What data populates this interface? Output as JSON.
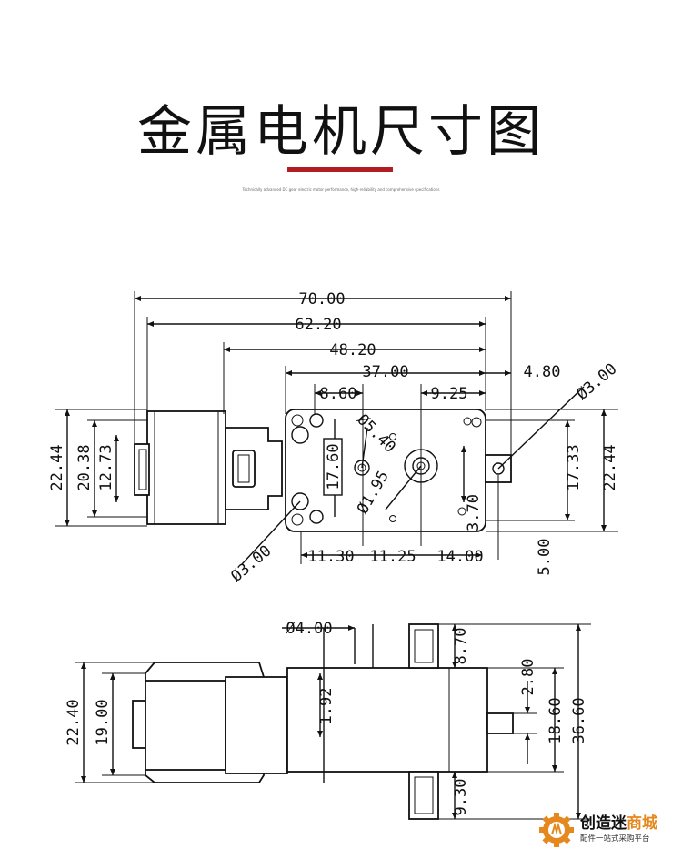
{
  "page": {
    "title": "金属电机尺寸图",
    "subtitle": "Technically advanced DC gear electric motor performance, high-reliability and comprehensive specifications",
    "accent_color": "#b01e23"
  },
  "top_view": {
    "widths": [
      "70.00",
      "62.20",
      "48.20",
      "37.00",
      "4.80"
    ],
    "hole_spacing": [
      "8.60",
      "9.25"
    ],
    "left_heights": [
      "22.44",
      "20.38",
      "12.73"
    ],
    "right_heights": [
      "17.33",
      "22.44"
    ],
    "inner": [
      "17.60",
      "Ø5.40",
      "Ø1.95",
      "3.70"
    ],
    "bottom": [
      "Ø3.00",
      "11.30",
      "11.25",
      "14.00",
      "5.00"
    ],
    "tab_hole": "Ø3.00"
  },
  "side_view": {
    "shaft_dia": "Ø4.00",
    "mid_height": "1.92",
    "left_heights": [
      "22.40",
      "19.00"
    ],
    "right": [
      "8.70",
      "2.80",
      "18.60",
      "36.60",
      "9.30"
    ]
  },
  "logo": {
    "icon": "gear-logo-icon",
    "name_a": "创造迷",
    "name_b": "商城",
    "tagline": "配件一站式采购平台",
    "brand_color": "#e5891f"
  }
}
